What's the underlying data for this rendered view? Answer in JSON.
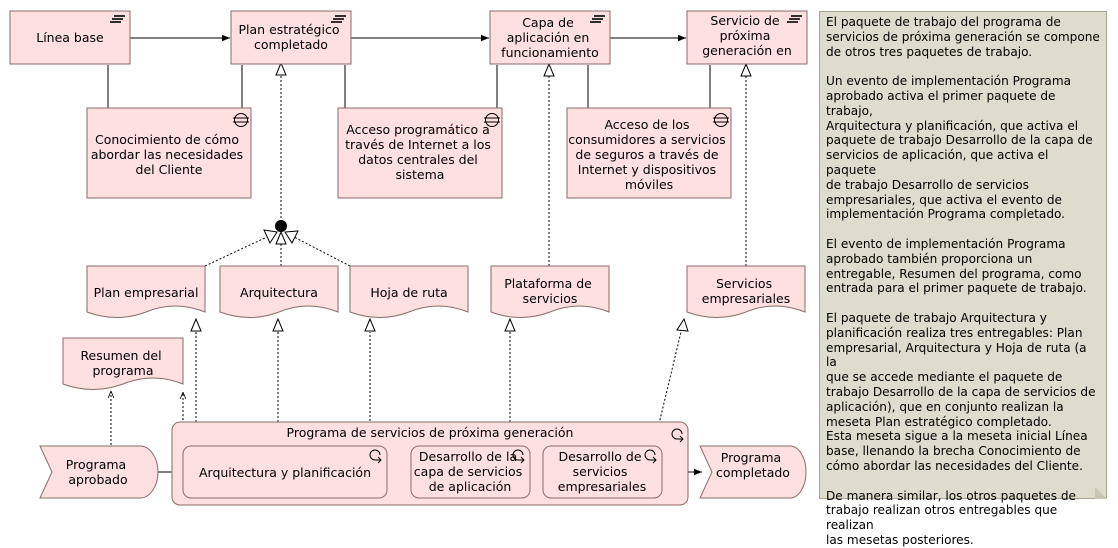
{
  "plateaus": {
    "baseline": "Línea base",
    "strategic": [
      "Plan estratégico",
      "completado"
    ],
    "app_layer": [
      "Capa de",
      "aplicación  en",
      "funcionamiento"
    ],
    "next_gen": [
      "Servicio de",
      "próxima",
      "generación en"
    ]
  },
  "gaps": {
    "know_how": [
      "Conocimiento de cómo",
      "abordar las necesidades",
      "del Cliente"
    ],
    "api_access": [
      "Acceso programático a",
      "través de Internet a los",
      "datos centrales del",
      "sistema"
    ],
    "consumer_access": [
      "Acceso de los",
      "consumidores a servicios",
      "de seguros a través de",
      "Internet y dispositivos",
      "móviles"
    ]
  },
  "deliverables": {
    "business_plan": "Plan empresarial",
    "architecture": "Arquitectura",
    "roadmap": "Hoja de ruta",
    "platform": [
      "Plataforma de",
      "servicios"
    ],
    "business_services": [
      "Servicios",
      "empresariales"
    ],
    "program_summary": [
      "Resumen del",
      "programa"
    ]
  },
  "work_packages": {
    "program": "Programa de servicios de próxima generación",
    "arch_planning": "Arquitectura y planificación",
    "app_dev": [
      "Desarrollo de la",
      "capa de servicios",
      "de aplicación"
    ],
    "biz_dev": [
      "Desarrollo de",
      "servicios",
      "empresariales"
    ]
  },
  "events": {
    "approved": [
      "Programa",
      "aprobado"
    ],
    "completed": [
      "Programa",
      "completado"
    ]
  },
  "note": "El paquete de trabajo del programa de\nservicios de próxima generación se compone\nde otros tres paquetes de trabajo.\n\nUn evento de implementación Programa\naprobado activa el primer paquete de trabajo,\nArquitectura y planificación, que activa el\npaquete de trabajo Desarrollo de la capa de\nservicios de aplicación, que activa el paquete\nde trabajo Desarrollo de servicios\nempresariales, que activa el evento de\nimplementación Programa completado.\n\nEl evento de implementación Programa\naprobado también proporciona un\nentregable, Resumen del programa, como\nentrada para el primer paquete de trabajo.\n\nEl paquete de trabajo Arquitectura y\nplanificación realiza tres entregables: Plan\nempresarial, Arquitectura y Hoja de ruta (a la\nque se accede mediante el paquete de\ntrabajo Desarrollo de la capa de servicios de\naplicación), que en conjunto realizan la\nmeseta Plan estratégico completado.\nEsta meseta sigue a la meseta inicial Línea\nbase, llenando la brecha Conocimiento de\ncómo abordar las necesidades del Cliente.\n\nDe manera similar, los otros paquetes de\ntrabajo realizan otros entregables que realizan\nlas mesetas posteriores.",
  "colors": {
    "element_fill": "#ffe0e0",
    "element_border": "#8a6a6a",
    "note_fill": "#dedccc"
  },
  "icons": [
    "plateau-icon",
    "gap-icon",
    "work-package-icon",
    "junction-icon"
  ]
}
